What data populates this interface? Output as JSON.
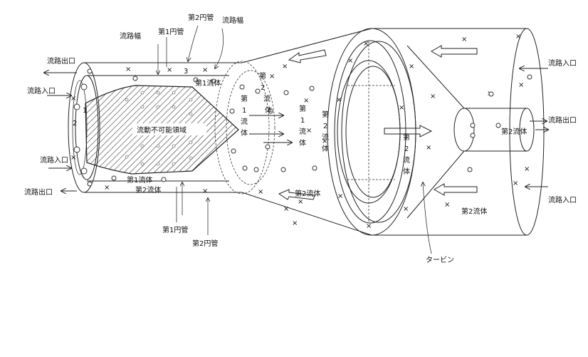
{
  "labels": {
    "outlet_left_top": "流路出口",
    "inlet_left_top": "流路入口",
    "inlet_left_bottom": "流路入口",
    "outlet_left_bottom": "流路出口",
    "channel_width_a": "流路幅",
    "channel_width_b": "流路幅",
    "pipe1_top": "第1円管",
    "pipe2_top": "第2円管",
    "pipe1_bottom": "第1円管",
    "pipe2_bottom": "第2円管",
    "fluid1_top": "第1流体",
    "fluid1_bottom": "第1流体",
    "fluid2_bottom": "第2流体",
    "fluid2_mid": "第2流体",
    "fluid2_bottom_right": "第2流体",
    "fluid2_right": "第2流体",
    "no_flow_region": "流動不可能領域",
    "inlet_right_top": "流路入口",
    "outlet_right": "流路出口",
    "inlet_right_bottom": "流路入口",
    "turbine": "タービン",
    "num_3": "3",
    "num_2": "2",
    "num_1": "1"
  },
  "vertical_labels": {
    "fluid1_disc": [
      "第",
      "1",
      "流",
      "体"
    ],
    "fluid1_center": [
      "第",
      "1",
      "流",
      "体"
    ],
    "fluid2_left_ring": [
      "第",
      "2",
      "流",
      "体"
    ],
    "fluid2_right_ring": [
      "第",
      "2",
      "流",
      "体"
    ],
    "fluid2_diag": [
      "第",
      "2",
      "流",
      "体"
    ]
  },
  "colors": {
    "line": "#222222",
    "background": "#ffffff"
  }
}
